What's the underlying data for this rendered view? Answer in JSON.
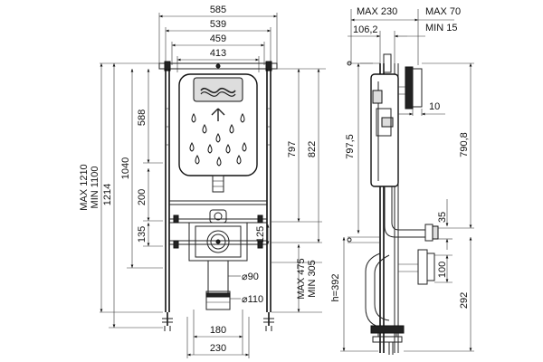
{
  "front_view": {
    "top_dims": [
      "585",
      "539",
      "459",
      "413"
    ],
    "left_dims": {
      "max": "MAX 1210",
      "min": "MIN 1100",
      "d1214": "1214",
      "d1040": "1040",
      "d588": "588",
      "d200": "200",
      "d135": "135"
    },
    "right_dims": {
      "d797": "797",
      "d822": "822",
      "d125": "125",
      "max475": "MAX 475",
      "min305": "MIN 305"
    },
    "pipe_dims": {
      "d90": "⌀90",
      "d110": "⌀110"
    },
    "bottom_dims": [
      "180",
      "230"
    ]
  },
  "side_view": {
    "top_dims": {
      "max230": "MAX 230",
      "d106": "106,2",
      "max70": "MAX 70",
      "min15": "MIN 15"
    },
    "d10": "10",
    "d797_5": "797,5",
    "d790_8": "790,8",
    "d35": "35",
    "h392": "h=392",
    "d100": "100",
    "d292": "292"
  }
}
